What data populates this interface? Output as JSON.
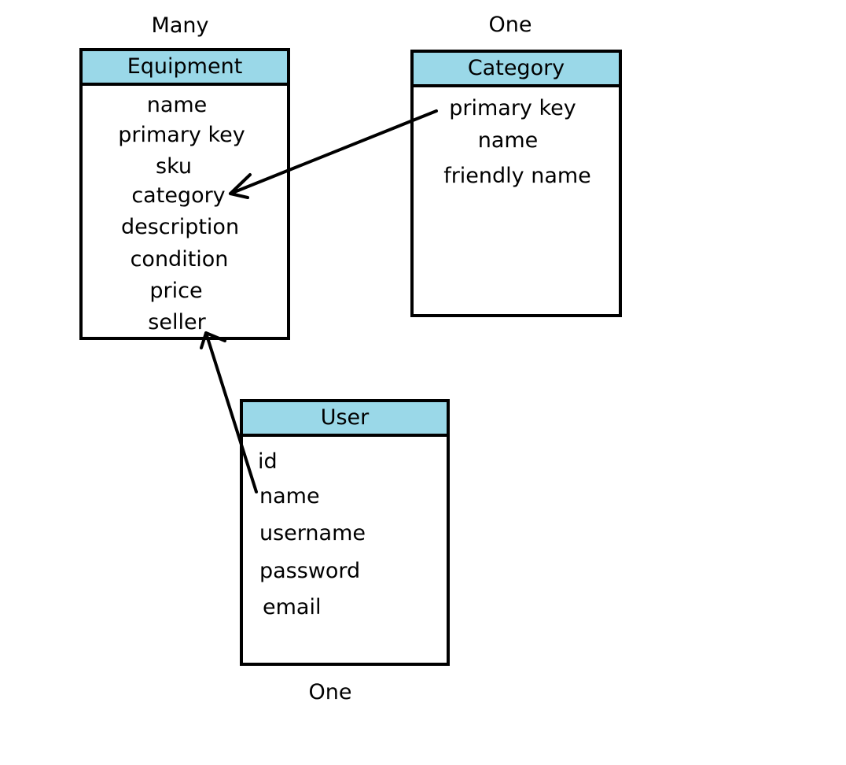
{
  "cardinality": {
    "equipment": "Many",
    "category": "One",
    "user": "One"
  },
  "entities": {
    "equipment": {
      "title": "Equipment",
      "fields": [
        "name",
        "primary key",
        "sku",
        "category",
        "description",
        "condition",
        "price",
        "seller"
      ]
    },
    "category": {
      "title": "Category",
      "fields": [
        "primary key",
        "name",
        "friendly name"
      ]
    },
    "user": {
      "title": "User",
      "fields": [
        "id",
        "name",
        "username",
        "password",
        "email"
      ]
    }
  },
  "colors": {
    "header_fill": "#9ad8e8",
    "border": "#000000"
  },
  "relationships": [
    {
      "from": "category.primary key",
      "to": "equipment.category"
    },
    {
      "from": "user.name",
      "to": "equipment.seller"
    }
  ]
}
